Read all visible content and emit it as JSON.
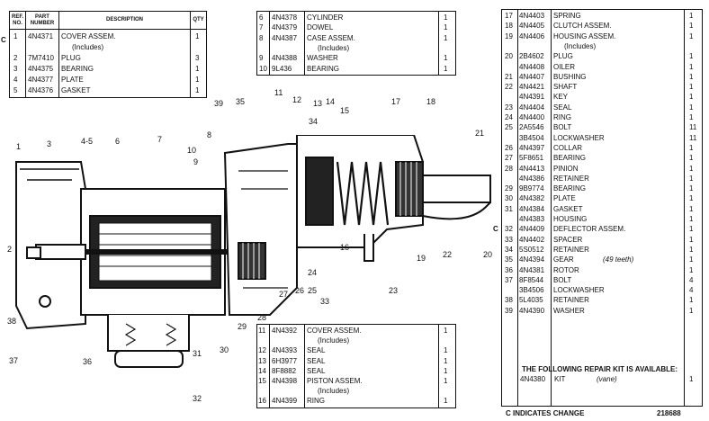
{
  "table1": {
    "headers": {
      "ref": "REF. NO.",
      "part": "PART NUMBER",
      "desc": "DESCRIPTION",
      "qty": "QTY"
    },
    "rows": [
      {
        "c": "C",
        "ref": "1",
        "part": "4N4371",
        "desc": "COVER ASSEM.",
        "qty": "1"
      },
      {
        "c": "",
        "ref": "",
        "part": "",
        "desc": "(Includes)",
        "qty": ""
      },
      {
        "c": "",
        "ref": "2",
        "part": "7M7410",
        "desc": "PLUG",
        "qty": "3"
      },
      {
        "c": "",
        "ref": "3",
        "part": "4N4375",
        "desc": "BEARING",
        "qty": "1"
      },
      {
        "c": "",
        "ref": "4",
        "part": "4N4377",
        "desc": "PLATE",
        "qty": "1"
      },
      {
        "c": "",
        "ref": "5",
        "part": "4N4376",
        "desc": "GASKET",
        "qty": "1"
      }
    ]
  },
  "table2": {
    "rows": [
      {
        "ref": "6",
        "part": "4N4378",
        "desc": "CYLINDER",
        "qty": "1"
      },
      {
        "ref": "7",
        "part": "4N4379",
        "desc": "DOWEL",
        "qty": "1"
      },
      {
        "ref": "8",
        "part": "4N4387",
        "desc": "CASE ASSEM.",
        "qty": "1"
      },
      {
        "ref": "",
        "part": "",
        "desc": "(Includes)",
        "qty": ""
      },
      {
        "ref": "9",
        "part": "4N4388",
        "desc": "WASHER",
        "qty": "1"
      },
      {
        "ref": "10",
        "part": "9L436",
        "desc": "BEARING",
        "qty": "1"
      }
    ]
  },
  "table3": {
    "rows": [
      {
        "ref": "11",
        "part": "4N4392",
        "desc": "COVER ASSEM.",
        "qty": "1"
      },
      {
        "ref": "",
        "part": "",
        "desc": "(Includes)",
        "qty": ""
      },
      {
        "ref": "12",
        "part": "4N4393",
        "desc": "SEAL",
        "qty": "1"
      },
      {
        "ref": "13",
        "part": "6H3977",
        "desc": "SEAL",
        "qty": "1"
      },
      {
        "ref": "14",
        "part": "8F8882",
        "desc": "SEAL",
        "qty": "1"
      },
      {
        "ref": "15",
        "part": "4N4398",
        "desc": "PISTON ASSEM.",
        "qty": "1"
      },
      {
        "ref": "",
        "part": "",
        "desc": "(Includes)",
        "qty": ""
      },
      {
        "ref": "16",
        "part": "4N4399",
        "desc": "RING",
        "qty": "1"
      }
    ]
  },
  "table4": {
    "rows": [
      {
        "c": "",
        "ref": "17",
        "part": "4N4403",
        "desc": "SPRING",
        "qty": "1"
      },
      {
        "c": "",
        "ref": "18",
        "part": "4N4405",
        "desc": "CLUTCH ASSEM.",
        "qty": "1"
      },
      {
        "c": "",
        "ref": "19",
        "part": "4N4406",
        "desc": "HOUSING ASSEM.",
        "qty": "1"
      },
      {
        "c": "",
        "ref": "",
        "part": "",
        "desc": "(Includes)",
        "qty": ""
      },
      {
        "c": "",
        "ref": "20",
        "part": "2B4602",
        "desc": "PLUG",
        "qty": "1"
      },
      {
        "c": "",
        "ref": "",
        "part": "4N4408",
        "desc": "OILER",
        "qty": "1"
      },
      {
        "c": "",
        "ref": "21",
        "part": "4N4407",
        "desc": "BUSHING",
        "qty": "1"
      },
      {
        "c": "",
        "ref": "22",
        "part": "4N4421",
        "desc": "SHAFT",
        "qty": "1"
      },
      {
        "c": "",
        "ref": "",
        "part": "4N4391",
        "desc": "KEY",
        "qty": "1"
      },
      {
        "c": "",
        "ref": "23",
        "part": "4N4404",
        "desc": "SEAL",
        "qty": "1"
      },
      {
        "c": "",
        "ref": "24",
        "part": "4N4400",
        "desc": "RING",
        "qty": "1"
      },
      {
        "c": "",
        "ref": "25",
        "part": "2A5546",
        "desc": "BOLT",
        "qty": "11"
      },
      {
        "c": "",
        "ref": "",
        "part": "3B4504",
        "desc": "LOCKWASHER",
        "qty": "11"
      },
      {
        "c": "",
        "ref": "26",
        "part": "4N4397",
        "desc": "COLLAR",
        "qty": "1"
      },
      {
        "c": "",
        "ref": "27",
        "part": "5F8651",
        "desc": "BEARING",
        "qty": "1"
      },
      {
        "c": "",
        "ref": "28",
        "part": "4N4413",
        "desc": "PINION",
        "qty": "1"
      },
      {
        "c": "",
        "ref": "",
        "part": "4N4386",
        "desc": "RETAINER",
        "qty": "1"
      },
      {
        "c": "",
        "ref": "29",
        "part": "9B9774",
        "desc": "BEARING",
        "qty": "1"
      },
      {
        "c": "",
        "ref": "30",
        "part": "4N4382",
        "desc": "PLATE",
        "qty": "1"
      },
      {
        "c": "",
        "ref": "31",
        "part": "4N4384",
        "desc": "GASKET",
        "qty": "1"
      },
      {
        "c": "",
        "ref": "",
        "part": "4N4383",
        "desc": "HOUSING",
        "qty": "1"
      },
      {
        "c": "C",
        "ref": "32",
        "part": "4N4409",
        "desc": "DEFLECTOR ASSEM.",
        "qty": "1"
      },
      {
        "c": "",
        "ref": "33",
        "part": "4N4402",
        "desc": "SPACER",
        "qty": "1"
      },
      {
        "c": "",
        "ref": "34",
        "part": "5S0512",
        "desc": "RETAINER",
        "qty": "1"
      },
      {
        "c": "",
        "ref": "35",
        "part": "4N4394",
        "desc": "GEAR",
        "extra": "(49 teeth)",
        "qty": "1"
      },
      {
        "c": "",
        "ref": "36",
        "part": "4N4381",
        "desc": "ROTOR",
        "qty": "1"
      },
      {
        "c": "",
        "ref": "37",
        "part": "8F8544",
        "desc": "BOLT",
        "qty": "4"
      },
      {
        "c": "",
        "ref": "",
        "part": "3B4506",
        "desc": "LOCKWASHER",
        "qty": "4"
      },
      {
        "c": "",
        "ref": "38",
        "part": "5L4035",
        "desc": "RETAINER",
        "qty": "1"
      },
      {
        "c": "",
        "ref": "39",
        "part": "4N4390",
        "desc": "WASHER",
        "qty": "1"
      }
    ],
    "kit_note": "THE FOLLOWING REPAIR KIT IS AVAILABLE:",
    "kit": {
      "part": "4N4380",
      "desc": "KIT",
      "extra": "(vane)",
      "qty": "1"
    }
  },
  "footer": {
    "c_note": "C INDICATES CHANGE",
    "code": "218688"
  },
  "callouts": [
    "1",
    "2",
    "3",
    "4-5",
    "6",
    "7",
    "8",
    "9",
    "10",
    "11",
    "12",
    "13",
    "14",
    "15",
    "16",
    "17",
    "18",
    "19",
    "20",
    "21",
    "22",
    "23",
    "24",
    "25",
    "26",
    "27",
    "28",
    "29",
    "30",
    "31",
    "32",
    "33",
    "34",
    "35",
    "36",
    "37",
    "38",
    "39"
  ]
}
